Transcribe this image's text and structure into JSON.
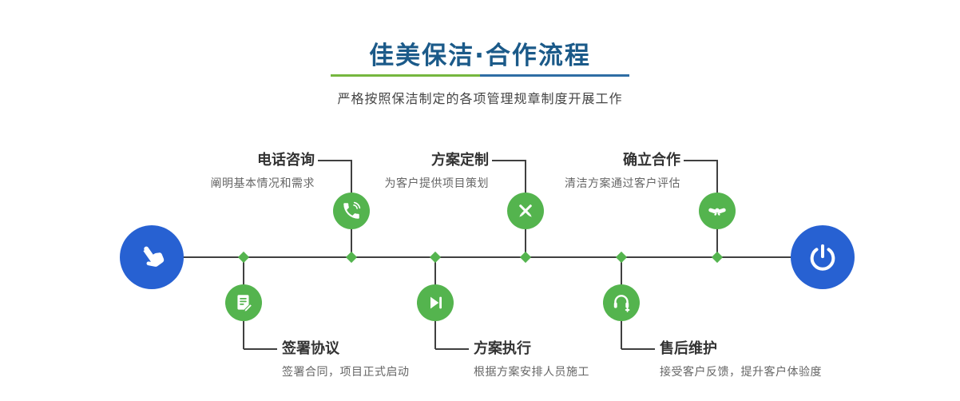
{
  "header": {
    "title": "佳美保洁·合作流程",
    "subtitle": "严格按照保洁制定的各项管理规章制度开展工作"
  },
  "colors": {
    "title_blue": "#1b5a89",
    "accent_green": "#54b44e",
    "accent_blue": "#2761d2",
    "rule_green": "#76b73f",
    "rule_blue": "#2e6da4",
    "line": "#404040"
  },
  "timeline": {
    "start_icon": "hand-pointer-icon",
    "end_icon": "power-icon",
    "top_steps": [
      {
        "label": "电话咨询",
        "desc": "阐明基本情况和需求",
        "icon": "phone-icon"
      },
      {
        "label": "方案定制",
        "desc": "为客户提供项目策划",
        "icon": "pencil-tools-icon"
      },
      {
        "label": "确立合作",
        "desc": "清洁方案通过客户评估",
        "icon": "handshake-icon"
      }
    ],
    "bottom_steps": [
      {
        "label": "签署协议",
        "desc": "签署合同，项目正式启动",
        "icon": "contract-icon"
      },
      {
        "label": "方案执行",
        "desc": "根据方案安排人员施工",
        "icon": "play-icon"
      },
      {
        "label": "售后维护",
        "desc": "接受客户反馈，提升客户体验度",
        "icon": "headset-icon"
      }
    ]
  }
}
